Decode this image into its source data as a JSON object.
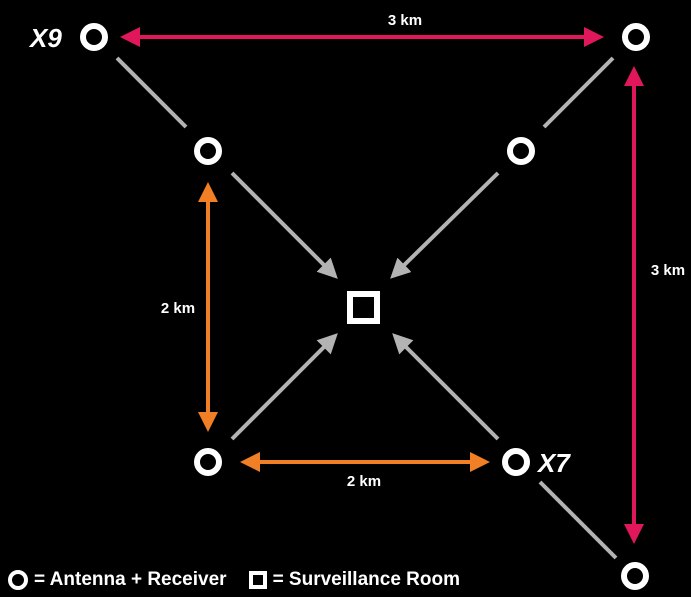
{
  "colors": {
    "background": "#000000",
    "node": "#ffffff",
    "connector": "#b3b3b3",
    "distance_outer": "#e0185a",
    "distance_inner": "#f07f26",
    "brand_x9": "#e0185a",
    "brand_x7": "#f07f26"
  },
  "badges": {
    "x9": "X9",
    "x7": "X7"
  },
  "distances": {
    "top": "3 km",
    "right": "3 km",
    "left": "2 km",
    "bottom": "2 km"
  },
  "legend": {
    "antenna_label": "= Antenna + Receiver",
    "room_label": "= Surveillance Room"
  },
  "icons": {
    "antenna": "circle-ring-icon",
    "room": "square-outline-icon"
  }
}
